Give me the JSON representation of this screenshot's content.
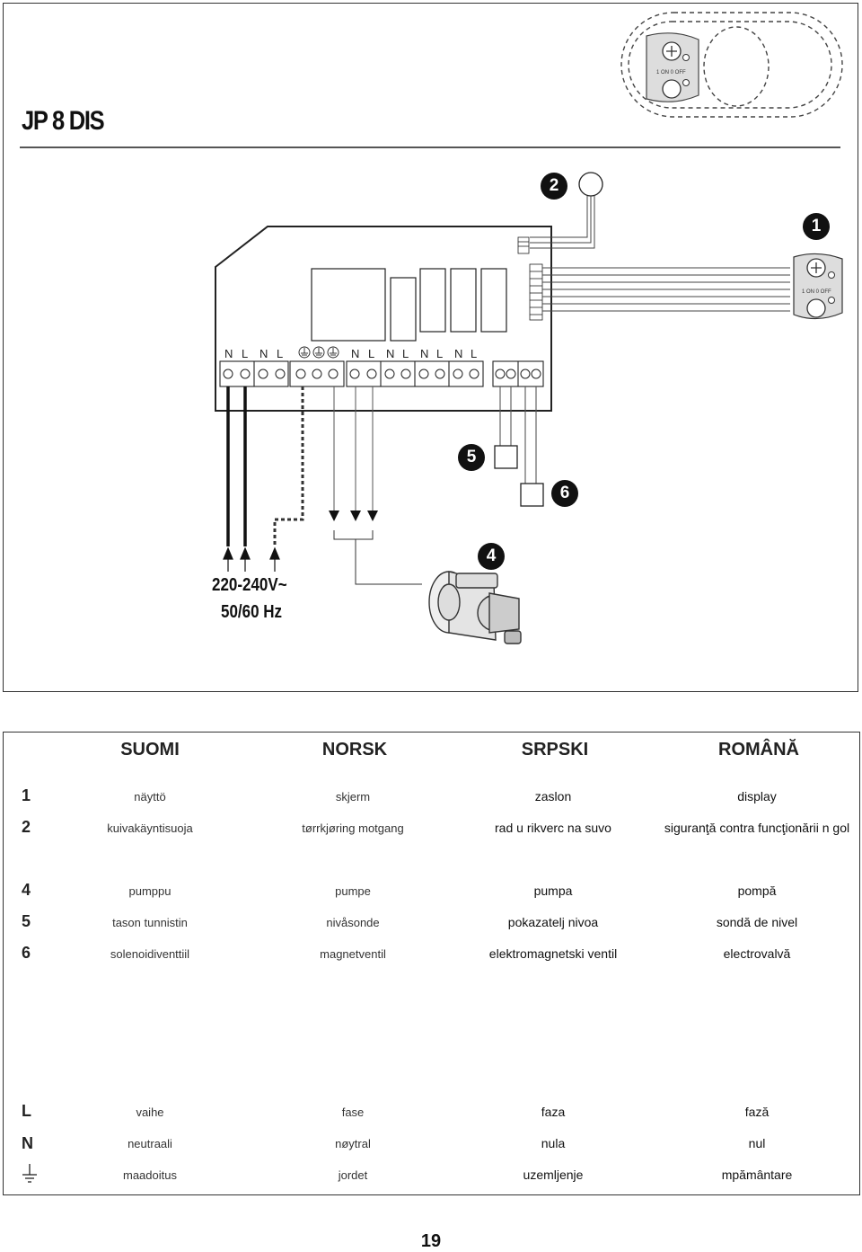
{
  "title": "JP 8 DIS",
  "page_number": "19",
  "diagram": {
    "supply_line1": "220-240V~",
    "supply_line2": "50/60 Hz",
    "terminal_labels": [
      "N",
      "L",
      "N",
      "L",
      "N",
      "L",
      "N",
      "L",
      "N",
      "L",
      "N",
      "L"
    ],
    "switch_text": "1 ON  0 OFF",
    "callouts": [
      "1",
      "2",
      "4",
      "5",
      "6"
    ]
  },
  "legend": {
    "languages": [
      "SUOMI",
      "NORSK",
      "SRPSKI",
      "ROMÂNĂ"
    ],
    "rows": [
      {
        "key": "1",
        "cells": [
          "näyttö",
          "skjerm",
          "zaslon",
          "display"
        ]
      },
      {
        "key": "2",
        "cells": [
          "kuivakäyntisuoja",
          "tørrkjøring motgang",
          "rad u rikverc na suvo",
          "siguranţă contra funcţionării n gol"
        ]
      },
      {
        "key": "4",
        "cells": [
          "pumppu",
          "pumpe",
          "pumpa",
          "pompă"
        ]
      },
      {
        "key": "5",
        "cells": [
          "tason tunnistin",
          "nivåsonde",
          "pokazatelj nivoa",
          "sondă de nivel"
        ]
      },
      {
        "key": "6",
        "cells": [
          "solenoidiventtiil",
          "magnetventil",
          "elektromagnetski ventil",
          "electrovalvă"
        ]
      },
      {
        "key": "L",
        "cells": [
          "vaihe",
          "fase",
          "faza",
          "fază"
        ]
      },
      {
        "key": "N",
        "cells": [
          "neutraali",
          "nøytral",
          "nula",
          "nul"
        ]
      },
      {
        "key": "",
        "cells": [
          "maadoitus",
          "jordet",
          "uzemljenje",
          "mpământare"
        ]
      }
    ]
  }
}
